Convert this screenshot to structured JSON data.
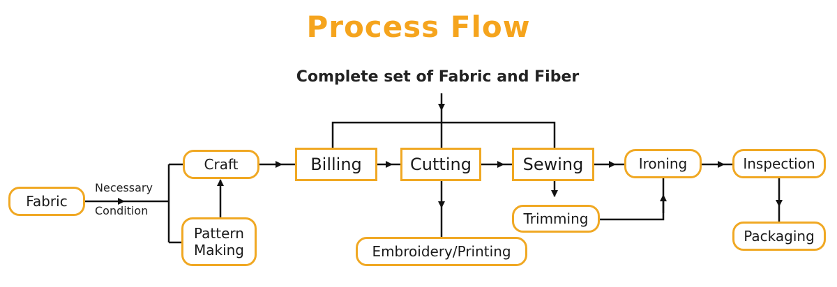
{
  "title": "Process Flow",
  "subtitle": "Complete set of Fabric and Fiber",
  "nodes": {
    "fabric": "Fabric",
    "craft": "Craft",
    "pattern_making": "Pattern\nMaking",
    "billing": "Billing",
    "cutting": "Cutting",
    "sewing": "Sewing",
    "ironing": "Ironing",
    "inspection": "Inspection",
    "trimming": "Trimming",
    "embroidery": "Embroidery/Printing",
    "packaging": "Packaging"
  },
  "edge_labels": {
    "necessary": "Necessary",
    "condition": "Condition"
  },
  "colors": {
    "accent": "#f5a41d",
    "border": "#f0a823",
    "line": "#111111"
  }
}
